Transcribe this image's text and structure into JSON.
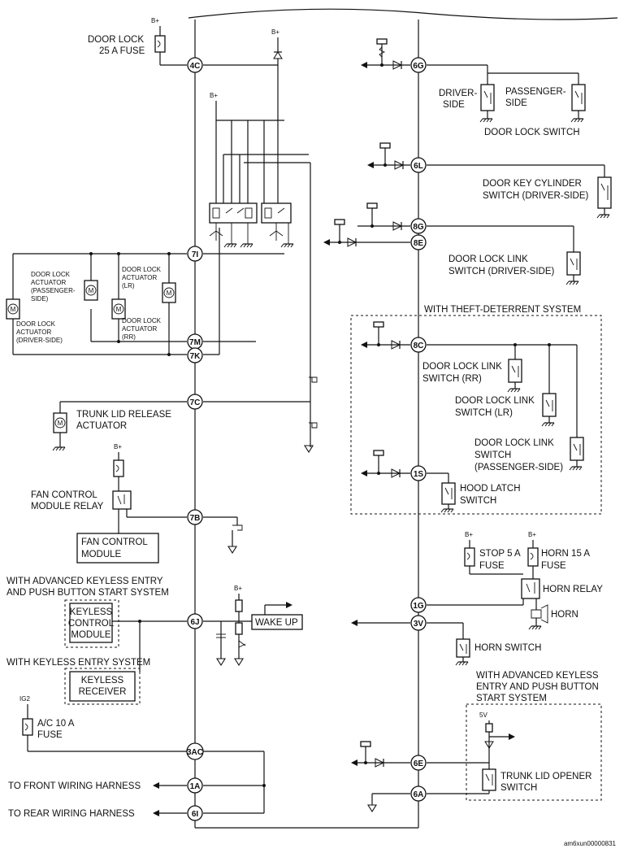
{
  "terminals": {
    "t4C": "4C",
    "t7I": "7I",
    "t7M": "7M",
    "t7K": "7K",
    "t7C": "7C",
    "t7B": "7B",
    "t6J": "6J",
    "t3AC": "3AC",
    "t1A": "1A",
    "t6I": "6I",
    "t6G": "6G",
    "t6L": "6L",
    "t8G": "8G",
    "t8E": "8E",
    "t8C": "8C",
    "t1S": "1S",
    "t1G": "1G",
    "t3V": "3V",
    "t6E": "6E",
    "t6A": "6A"
  },
  "supply": {
    "bplus": "B+",
    "ig2": "IG2",
    "v5": "5V"
  },
  "labels": {
    "door_lock_fuse": [
      "DOOR LOCK",
      "25 A FUSE"
    ],
    "act_passenger": [
      "DOOR LOCK",
      "ACTUATOR",
      "(PASSENGER-",
      "SIDE)"
    ],
    "act_lr": [
      "DOOR LOCK",
      "ACTUATOR",
      "(LR)"
    ],
    "act_rr": [
      "DOOR LOCK",
      "ACTUATOR",
      "(RR)"
    ],
    "act_driver": [
      "DOOR LOCK",
      "ACTUATOR",
      "(DRIVER-SIDE)"
    ],
    "trunk_release": [
      "TRUNK LID RELEASE",
      "ACTUATOR"
    ],
    "fan_relay": [
      "FAN CONTROL",
      "MODULE RELAY"
    ],
    "fan_module": [
      "FAN CONTROL",
      "MODULE"
    ],
    "adv_keyless": [
      "WITH ADVANCED KEYLESS ENTRY",
      "AND PUSH BUTTON START SYSTEM"
    ],
    "keyless_ctrl": [
      "KEYLESS",
      "CONTROL",
      "MODULE"
    ],
    "with_keyless": "WITH KEYLESS ENTRY SYSTEM",
    "keyless_rx": [
      "KEYLESS",
      "RECEIVER"
    ],
    "ac_fuse": [
      "A/C 10 A",
      "FUSE"
    ],
    "to_front": "TO FRONT WIRING HARNESS",
    "to_rear": "TO REAR WIRING HARNESS",
    "wake_up": "WAKE UP",
    "driver_side": [
      "DRIVER-",
      "SIDE"
    ],
    "passenger_side": [
      "PASSENGER-",
      "SIDE"
    ],
    "door_lock_switch": "DOOR LOCK SWITCH",
    "key_cyl": [
      "DOOR KEY CYLINDER",
      "SWITCH (DRIVER-SIDE)"
    ],
    "link_driver": [
      "DOOR LOCK LINK",
      "SWITCH (DRIVER-SIDE)"
    ],
    "theft": "WITH THEFT-DETERRENT SYSTEM",
    "link_rr": [
      "DOOR LOCK LINK",
      "SWITCH (RR)"
    ],
    "link_lr": [
      "DOOR LOCK LINK",
      "SWITCH (LR)"
    ],
    "link_pass": [
      "DOOR LOCK LINK",
      "SWITCH",
      "(PASSENGER-SIDE)"
    ],
    "hood": [
      "HOOD LATCH",
      "SWITCH"
    ],
    "stop_fuse": [
      "STOP 5 A",
      "FUSE"
    ],
    "horn_fuse": [
      "HORN 15 A",
      "FUSE"
    ],
    "horn_relay": "HORN RELAY",
    "horn": "HORN",
    "horn_switch": "HORN SWITCH",
    "adv_keyless2": [
      "WITH ADVANCED KEYLESS",
      "ENTRY AND PUSH BUTTON",
      "START SYSTEM"
    ],
    "trunk_opener": [
      "TRUNK LID OPENER",
      "SWITCH"
    ],
    "motor": "M",
    "footer": "am6xun00000831"
  }
}
